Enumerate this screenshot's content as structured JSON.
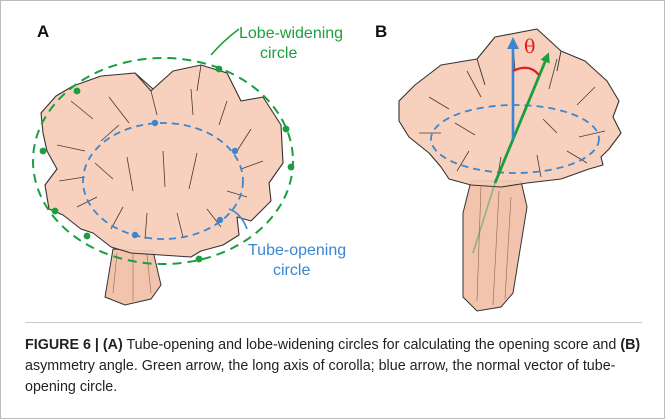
{
  "figure": {
    "panel_a_letter": "A",
    "panel_b_letter": "B",
    "labels": {
      "lobe_line1": "Lobe-widening",
      "lobe_line2": "circle",
      "tube_line1": "Tube-opening",
      "tube_line2": "circle",
      "theta": "θ"
    },
    "colors": {
      "green": "#1b9e3e",
      "blue": "#3a86d1",
      "red": "#e01e1e",
      "petal_fill": "#f6cdb7"
    }
  },
  "caption": {
    "figure_number": "FIGURE 6 |",
    "a_marker": "(A)",
    "text1": " Tube-opening and lobe-widening circles for calculating the opening score and ",
    "b_marker": "(B)",
    "text2": " asymmetry angle. Green arrow, the long axis of corolla; blue arrow, the normal vector of tube-opening circle."
  }
}
